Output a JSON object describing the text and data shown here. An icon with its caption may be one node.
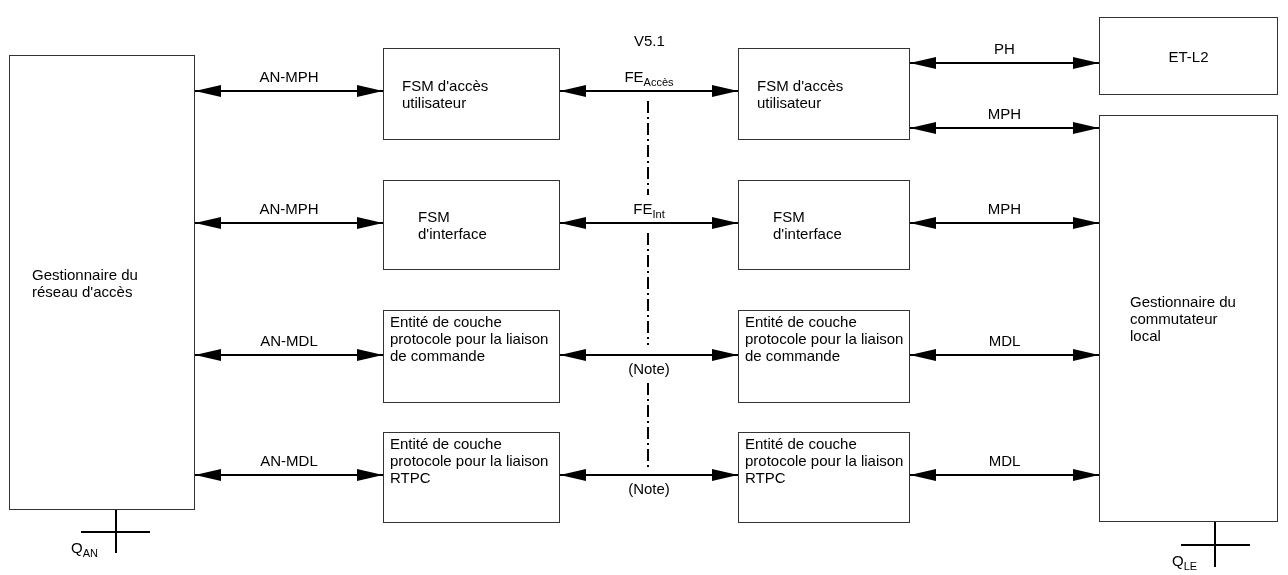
{
  "diagram": {
    "nodes": [
      {
        "text": [
          "Gestionnaire du réseau d'accès"
        ]
      },
      {
        "text": [
          "FSM d'accès utilisateur"
        ]
      },
      {
        "text": [
          "FSM d'interface"
        ]
      },
      {
        "text": [
          "Entité de couche protocole pour la liaison de commande"
        ]
      },
      {
        "text": [
          "Entité de couche protocole pour la liaison RTPC"
        ]
      },
      {
        "text": [
          "FSM d'accès utilisateur"
        ]
      },
      {
        "text": [
          "FSM d'interface"
        ]
      },
      {
        "text": [
          "Entité de couche protocole pour la liaison de commande"
        ]
      },
      {
        "text": [
          "Entité de couche protocole pour la liaison RTPC"
        ]
      },
      {
        "text": [
          "ET-L2"
        ]
      },
      {
        "text": [
          "Gestionnaire du commutateur local"
        ]
      }
    ],
    "edges": [
      {
        "from": 0,
        "to": 1,
        "arrow": "both",
        "label": "AN-MPH"
      },
      {
        "from": 0,
        "to": 2,
        "arrow": "both",
        "label": "AN-MPH"
      },
      {
        "from": 0,
        "to": 3,
        "arrow": "both",
        "label": "AN-MDL"
      },
      {
        "from": 0,
        "to": 4,
        "arrow": "both",
        "label": "AN-MDL"
      },
      {
        "from": 1,
        "to": 5,
        "arrow": "both",
        "label": "FE$_{Accès}$"
      },
      {
        "from": 2,
        "to": 6,
        "arrow": "both",
        "label": "FE$_{Int}$"
      },
      {
        "from": 3,
        "to": 7,
        "arrow": "both",
        "label": "(Note)"
      },
      {
        "from": 4,
        "to": 8,
        "arrow": "both",
        "label": "(Note)"
      },
      {
        "from": 5,
        "to": 9,
        "arrow": "both",
        "label": "PH"
      },
      {
        "from": 5,
        "to": 10,
        "arrow": "both",
        "label": "MPH"
      },
      {
        "from": 6,
        "to": 10,
        "arrow": "both",
        "label": "MPH"
      },
      {
        "from": 7,
        "to": 10,
        "arrow": "both",
        "label": "MDL"
      },
      {
        "from": 8,
        "to": 10,
        "arrow": "both",
        "label": "MDL"
      }
    ],
    "labels": [
      "V5.1",
      "Q$_{AN}$",
      "Q$_{LE}$"
    ]
  }
}
